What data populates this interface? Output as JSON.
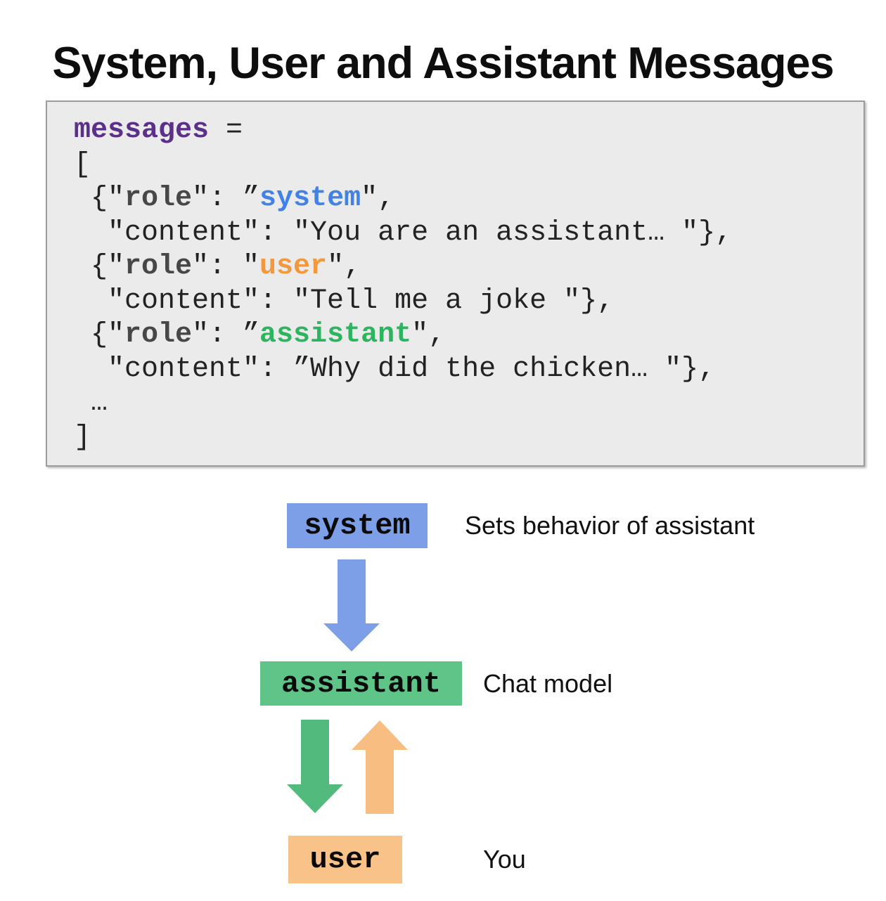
{
  "title": "System, User and Assistant Messages",
  "code": {
    "lines": [
      {
        "segments": [
          {
            "text": "messages"
          },
          {
            "text": " ="
          }
        ]
      },
      {
        "segments": [
          {
            "text": "["
          }
        ]
      },
      {
        "segments": [
          {
            "text": " {\""
          },
          {
            "text": "role"
          },
          {
            "text": "\": ”"
          },
          {
            "text": "system"
          },
          {
            "text": "\","
          }
        ]
      },
      {
        "segments": [
          {
            "text": "  \"content\": \"You are an assistant… \"},"
          }
        ]
      },
      {
        "segments": [
          {
            "text": " {\""
          },
          {
            "text": "role"
          },
          {
            "text": "\": \""
          },
          {
            "text": "user"
          },
          {
            "text": "\","
          }
        ]
      },
      {
        "segments": [
          {
            "text": "  \"content\": \"Tell me a joke \"},"
          }
        ]
      },
      {
        "segments": [
          {
            "text": " {\""
          },
          {
            "text": "role"
          },
          {
            "text": "\": ”"
          },
          {
            "text": "assistant"
          },
          {
            "text": "\","
          }
        ]
      },
      {
        "segments": [
          {
            "text": "  \"content\": ”Why did the chicken… \"},"
          }
        ]
      },
      {
        "segments": [
          {
            "text": " …"
          }
        ]
      },
      {
        "segments": [
          {
            "text": "]"
          }
        ]
      }
    ]
  },
  "diagram": {
    "nodes": [
      {
        "label": "system",
        "description": "Sets behavior of assistant",
        "color": "#7d9fe8"
      },
      {
        "label": "assistant",
        "description": "Chat model",
        "color": "#5ec487"
      },
      {
        "label": "user",
        "description": "You",
        "color": "#f9c288"
      }
    ],
    "arrows": [
      {
        "name": "system-to-assistant",
        "direction": "down",
        "color": "#7d9fe8"
      },
      {
        "name": "assistant-to-user",
        "direction": "down",
        "color": "#52ba7d"
      },
      {
        "name": "user-to-assistant",
        "direction": "up",
        "color": "#f8bd80"
      }
    ]
  },
  "colors": {
    "page_background": "#ffffff",
    "title_text": "#0d0d0d",
    "code_background": "#ebebeb",
    "code_border": "#9c9c9c",
    "code_text": "#222222",
    "keyword_messages": "#5b3089",
    "keyword_role": "#474747",
    "keyword_system": "#4182e4",
    "keyword_user": "#f2993d",
    "keyword_assistant": "#2db45f"
  }
}
